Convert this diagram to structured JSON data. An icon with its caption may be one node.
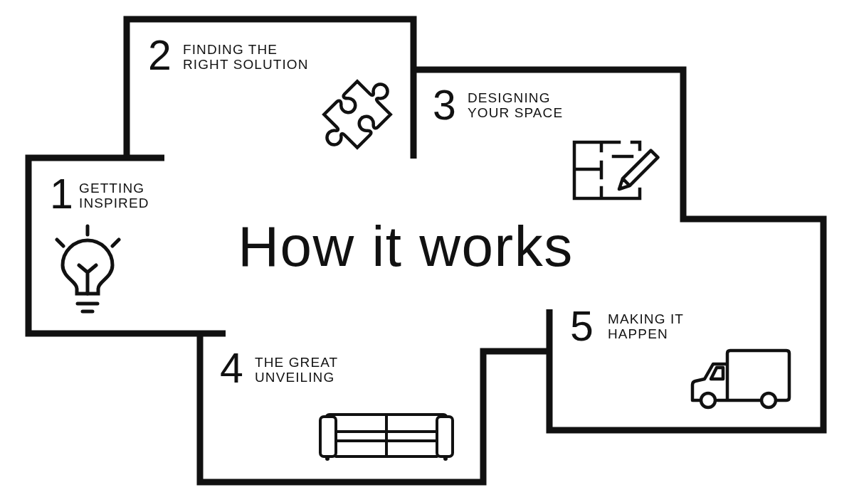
{
  "diagram": {
    "title": "How it works",
    "labels": [
      "1",
      "GETTING INSPIRED",
      "2",
      "FINDING THE RIGHT SOLUTION",
      "3",
      "DESIGNING YOUR SPACE",
      "4",
      "THE GREAT UNVEILING",
      "5",
      "MAKING IT HAPPEN"
    ]
  }
}
